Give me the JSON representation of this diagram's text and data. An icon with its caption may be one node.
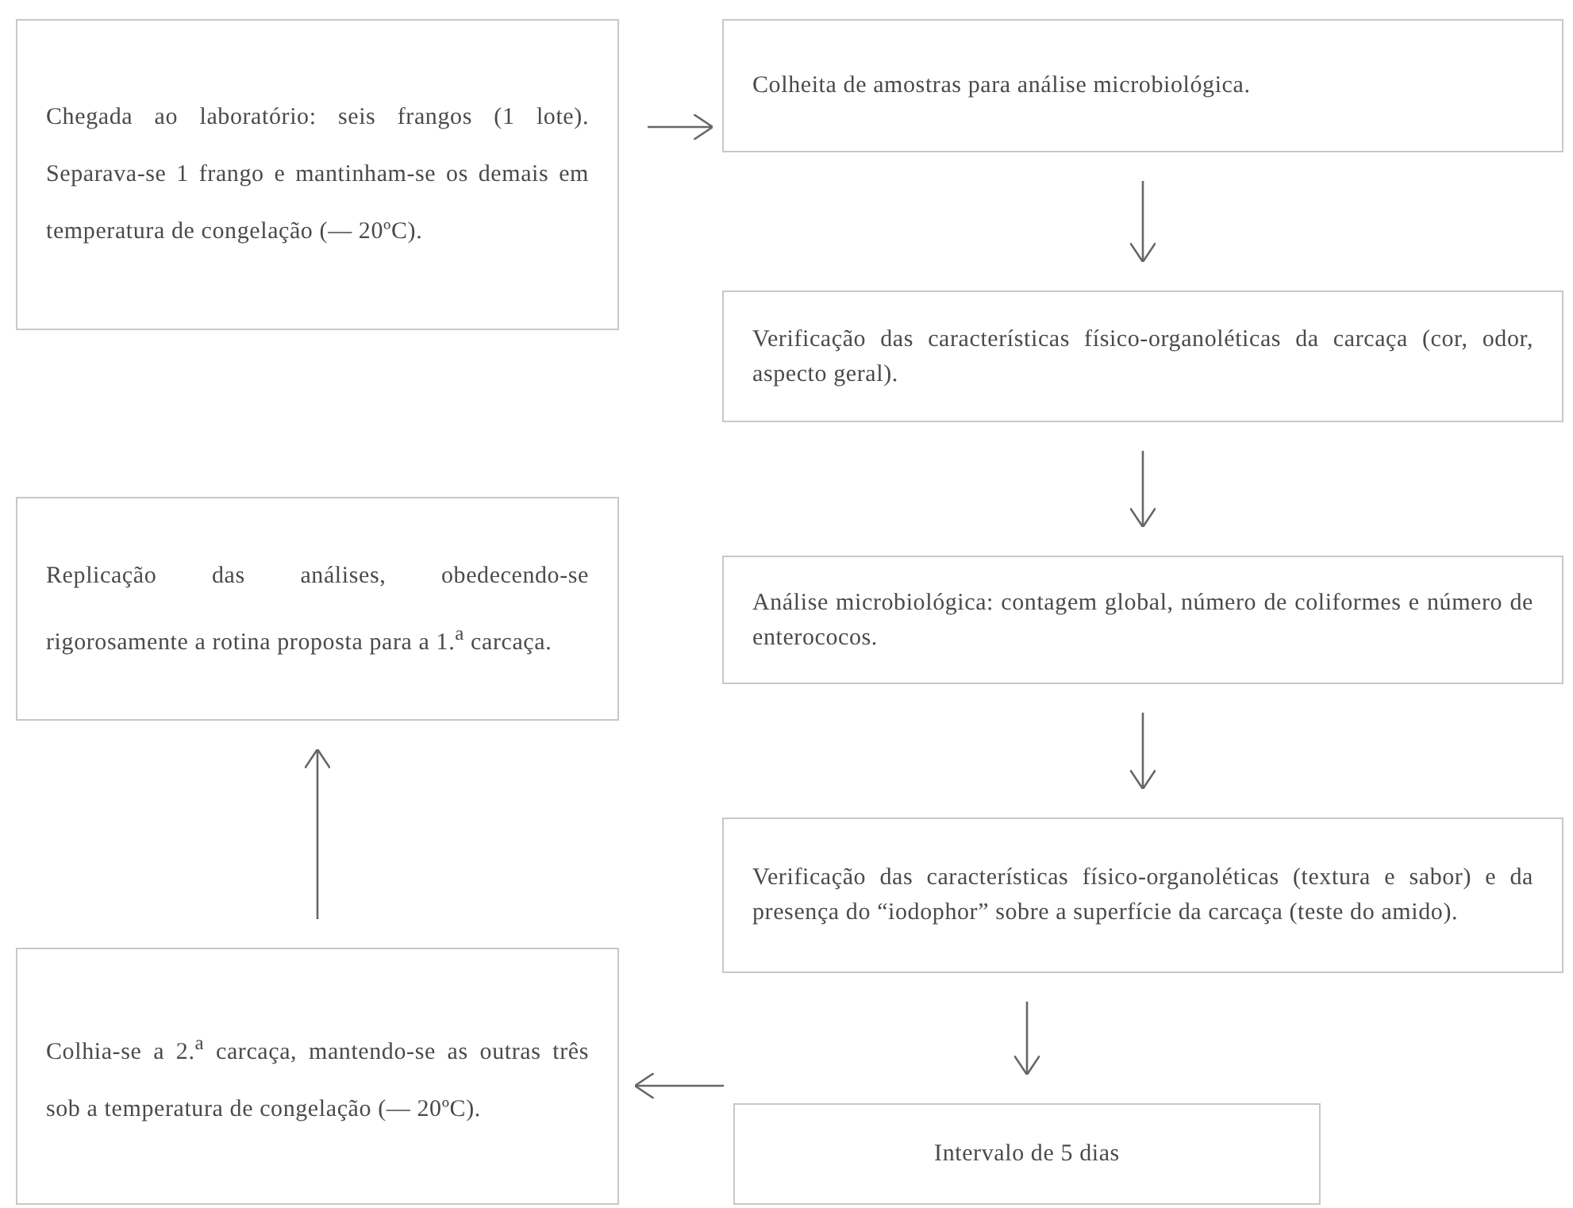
{
  "diagram": {
    "nodes": [
      {
        "text": [
          "Chegada ao laboratório: seis frangos (1 lote). Separava-se 1 frango e mantinham-se os demais em temperatura de congelação (— 20ºC)."
        ]
      },
      {
        "text": [
          "Colheita de amostras para análise microbiológica."
        ]
      },
      {
        "text": [
          "Verificação das características físico-organoléticas da carcaça (cor, odor, aspecto geral)."
        ]
      },
      {
        "text": [
          "Análise microbiológica: contagem global, número de coliformes e número de enterococos."
        ]
      },
      {
        "text": [
          "Verificação das características físico-organoléticas (textura e sabor) e da presença do “iodophor” sobre a superfície da carcaça (teste do amido)."
        ]
      },
      {
        "text": [
          "Intervalo de 5 dias"
        ]
      },
      {
        "text": [
          "Colhia-se a 2.$^{a}$ carcaça, mantendo-se as outras três sob a temperatura de congelação (— 20ºC)."
        ]
      },
      {
        "text": [
          "Replicação das análises, obedecendo-se rigorosamente a rotina proposta para a 1.$^{a}$ carcaça."
        ]
      }
    ],
    "edges": [
      {
        "from": 0,
        "to": 1,
        "arrow": "to"
      },
      {
        "from": 1,
        "to": 2,
        "arrow": "to"
      },
      {
        "from": 2,
        "to": 3,
        "arrow": "to"
      },
      {
        "from": 3,
        "to": 4,
        "arrow": "to"
      },
      {
        "from": 4,
        "to": 5,
        "arrow": "to"
      },
      {
        "from": 5,
        "to": 6,
        "arrow": "to"
      },
      {
        "from": 6,
        "to": 7,
        "arrow": "to"
      }
    ]
  }
}
